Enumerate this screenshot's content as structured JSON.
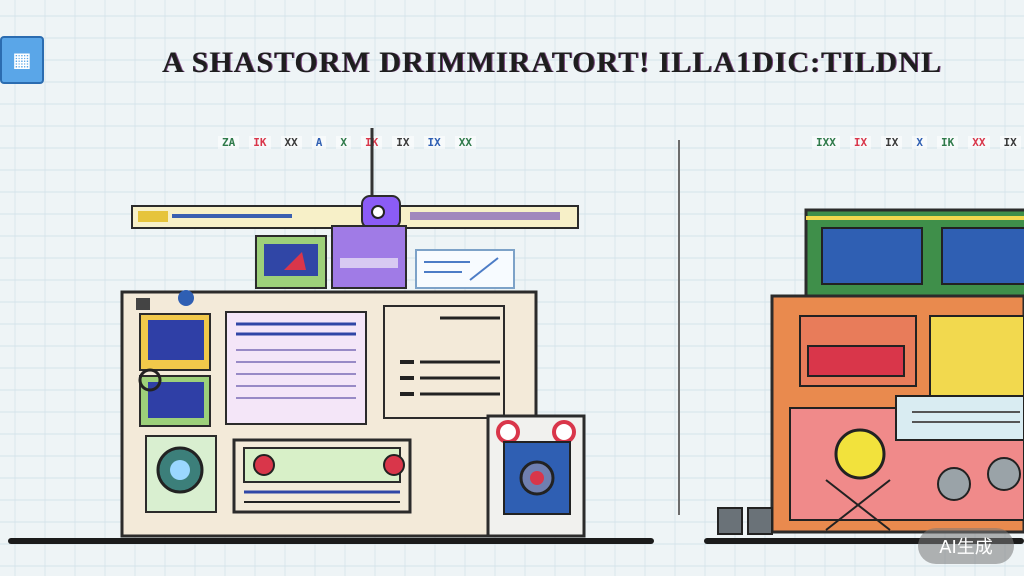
{
  "title": "A SHASTORM DRIMMIRATORT! ILLA1DIC:TILDNL",
  "left_marks": [
    "ZA",
    "IK",
    "XX",
    "A",
    "X",
    "IK",
    "IX",
    "IX",
    "XX"
  ],
  "right_marks": [
    "IXX",
    "IX",
    "IX",
    "X",
    "IK",
    "XX",
    "IX"
  ],
  "watermark": "AI生成",
  "colors": {
    "background": "#eef4f6",
    "purple": "#8b5cf6",
    "blue": "#2f5fb3",
    "red": "#d9364a",
    "green": "#3f8f4a",
    "yellow": "#f2d94e",
    "orange": "#e98a4e",
    "cream": "#f3ead9"
  },
  "icons": [
    "grid-app-icon",
    "antenna-icon",
    "control-console-illustration",
    "speaker-unit-illustration",
    "factory-building-illustration"
  ]
}
